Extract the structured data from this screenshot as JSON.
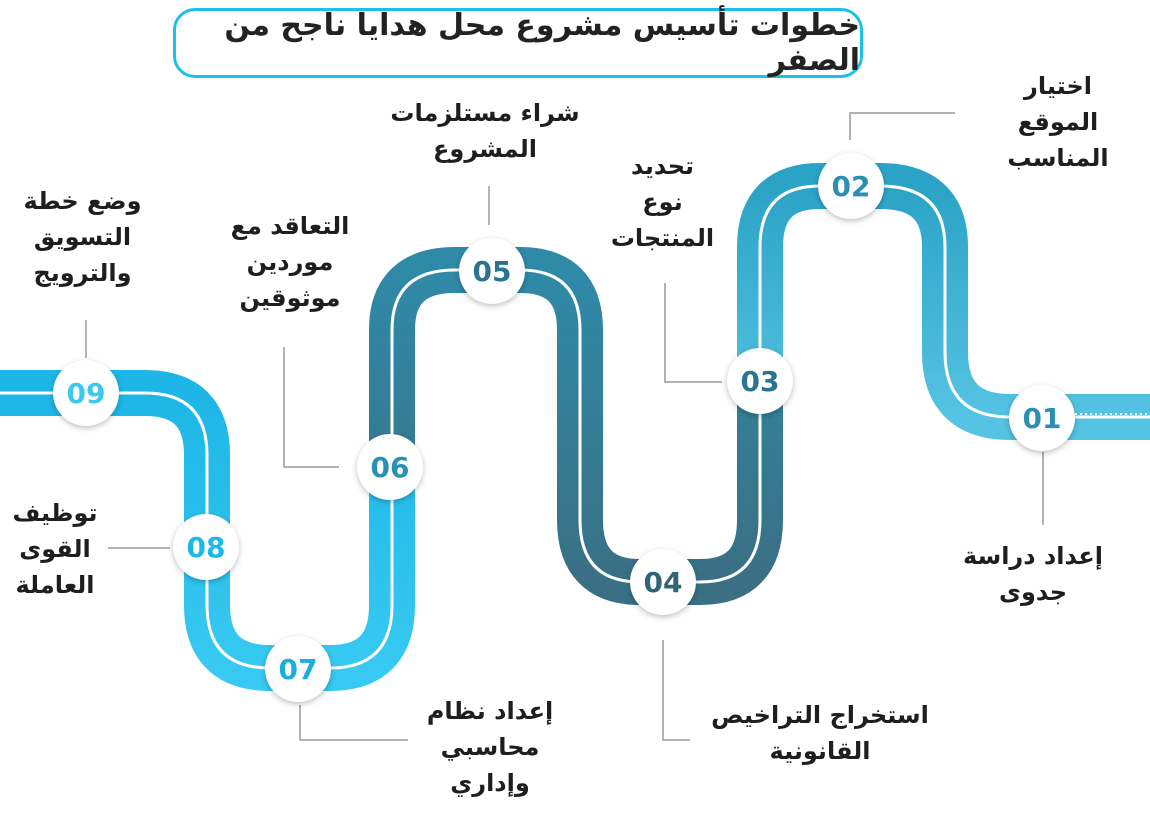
{
  "title": "خطوات تأسيس مشروع محل هدايا ناجح من الصفر",
  "colors": {
    "teal_dark": "#2a6f86",
    "teal_mid": "#2f93b3",
    "cyan": "#26c4ee",
    "light_cyan": "#5ad6f7",
    "title_border": "#1cc0e8"
  },
  "steps": [
    {
      "num": "01",
      "lines": [
        "إعداد دراسة",
        "جدوى"
      ]
    },
    {
      "num": "02",
      "lines": [
        "اختيار",
        "الموقع",
        "المناسب"
      ]
    },
    {
      "num": "03",
      "lines": [
        "تحديد",
        "نوع",
        "المنتجات"
      ]
    },
    {
      "num": "04",
      "lines": [
        "استخراج التراخيص",
        "القانونية"
      ]
    },
    {
      "num": "05",
      "lines": [
        "شراء مستلزمات",
        "المشروع"
      ]
    },
    {
      "num": "06",
      "lines": [
        "التعاقد مع",
        "موردين",
        "موثوقين"
      ]
    },
    {
      "num": "07",
      "lines": [
        "إعداد نظام",
        "محاسبي",
        "وإداري"
      ]
    },
    {
      "num": "08",
      "lines": [
        "توظيف",
        "القوى",
        "العاملة"
      ]
    },
    {
      "num": "09",
      "lines": [
        "وضع خطة",
        "التسويق",
        "والترويج"
      ]
    }
  ]
}
